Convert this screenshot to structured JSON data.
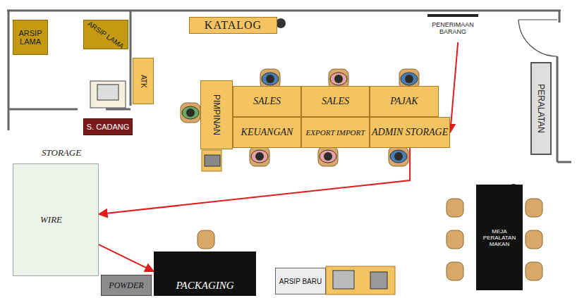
{
  "diagram": {
    "nodes": [
      {
        "text": [
          "ARSIP LAMA"
        ]
      },
      {
        "text": [
          "ARSIP LAMA"
        ]
      },
      {
        "text": [
          "KATALOG"
        ]
      },
      {
        "text": [
          "ATK"
        ]
      },
      {
        "text": [
          "S. CADANG"
        ]
      },
      {
        "text": [
          "PIMPINAN"
        ]
      },
      {
        "text": [
          "SALES"
        ]
      },
      {
        "text": [
          "SALES"
        ]
      },
      {
        "text": [
          "PAJAK"
        ]
      },
      {
        "text": [
          "PENERIMAAN BARANG"
        ]
      },
      {
        "text": [
          "KEUANGAN"
        ]
      },
      {
        "text": [
          "EXPORT IMPORT"
        ]
      },
      {
        "text": [
          "ADMIN STORAGE"
        ]
      },
      {
        "text": [
          "PERALATAN"
        ]
      },
      {
        "text": [
          "STORAGE",
          "WIRE"
        ]
      },
      {
        "text": [
          "MEJA PERALATAN MAKAN"
        ]
      },
      {
        "text": [
          "POWDER"
        ]
      },
      {
        "text": [
          "PACKAGING"
        ]
      },
      {
        "text": [
          "ARSIP BARU"
        ]
      }
    ],
    "edges": [
      {
        "from": 9,
        "to": 12,
        "arrow": "to"
      },
      {
        "from": 12,
        "to": 14,
        "arrow": "to"
      },
      {
        "from": 14,
        "to": 17,
        "arrow": "to"
      }
    ]
  }
}
